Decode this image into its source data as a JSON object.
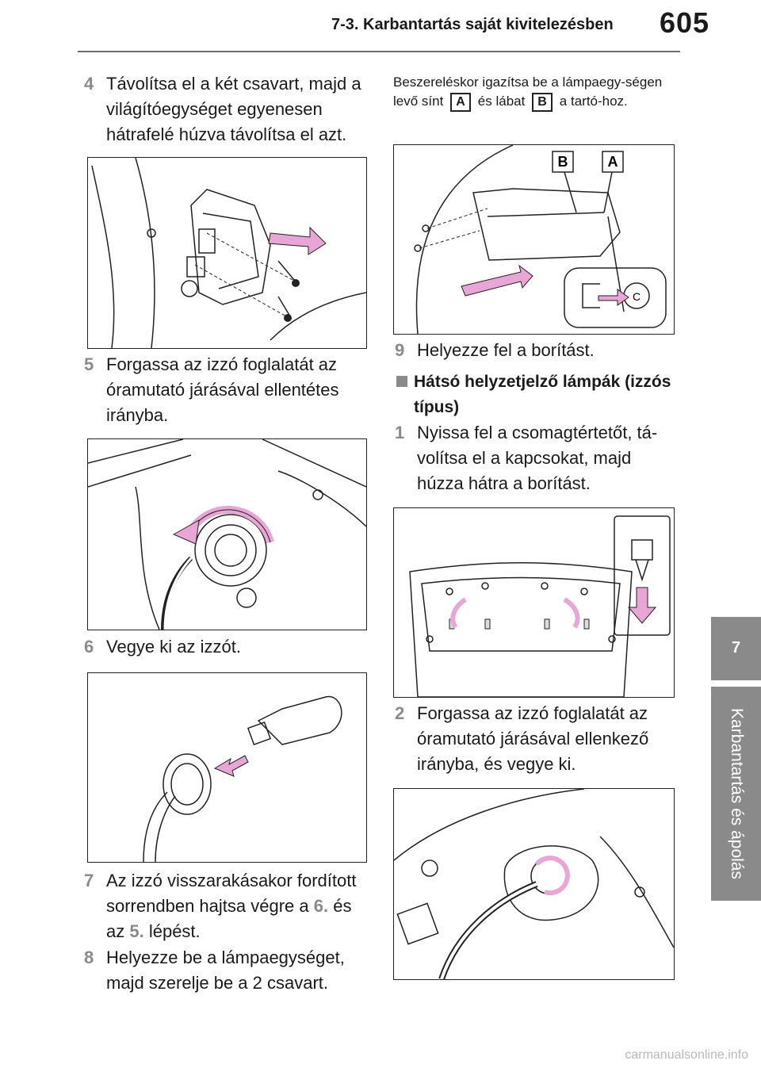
{
  "header": {
    "section": "7-3. Karbantartás saját kivitelezésben",
    "page": "605"
  },
  "side_tab": {
    "number": "7",
    "label": "Karbantartás és ápolás"
  },
  "steps_left": [
    {
      "n": "4",
      "text": "Távolítsa el a két csavart, majd a világítóegységet egyenesen hátrafelé húzva távolítsa el azt."
    },
    {
      "n": "5",
      "text": "Forgassa az izzó foglalatát az óramutató járásával ellentétes irányba."
    },
    {
      "n": "6",
      "text": "Vegye ki az izzót."
    },
    {
      "n": "7",
      "text_a": "Az izzó visszarakásakor fordított sorrendben hajtsa végre a ",
      "ref1": "6.",
      "text_b": " és az ",
      "ref2": "5.",
      "text_c": " lépést."
    },
    {
      "n": "8",
      "text": "Helyezze be a lámpaegységet, majd szerelje be a 2 csavart."
    }
  ],
  "note": {
    "a": "Beszereléskor igazítsa be a lámpaegy-ségen levő sínt",
    "label_a": "A",
    "b": "és lábat",
    "label_b": "B",
    "c": "a tartó-hoz."
  },
  "steps_right": [
    {
      "n": "9",
      "text": "Helyezze fel a borítást."
    },
    {
      "n": "1",
      "text": "Nyissa fel a csomagtértetőt, tá-volítsa el a kapcsokat, majd húzza hátra a borítást."
    },
    {
      "n": "2",
      "text": "Forgassa az izzó foglalatát az óramutató járásával ellenkező irányba, és vegye ki."
    }
  ],
  "subheading": "Hátsó helyzetjelző lámpák (izzós típus)",
  "figure_labels": {
    "b": "B",
    "a": "A",
    "c": "C"
  },
  "footer": "carmanualsonline.info",
  "colors": {
    "accent": "#8a8a8a",
    "arrow": "#e8a6d6"
  }
}
